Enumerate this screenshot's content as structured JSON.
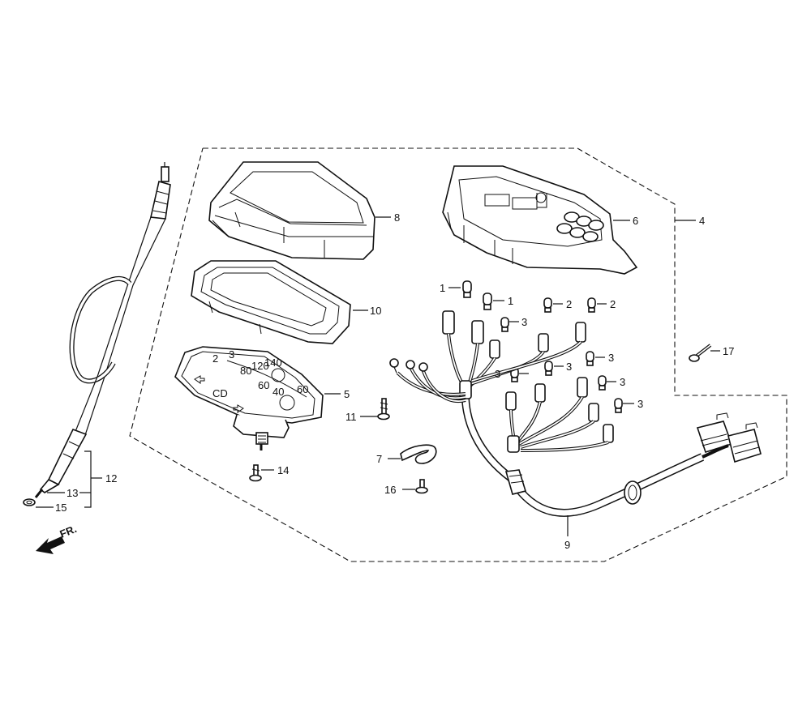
{
  "callouts": {
    "c1a": "1",
    "c1b": "1",
    "c2a": "2",
    "c2b": "2",
    "c3a": "3",
    "c3b": "3",
    "c3c": "3",
    "c3d": "3",
    "c3e": "3",
    "c3f": "3",
    "c4": "4",
    "c5": "5",
    "c6": "6",
    "c7": "7",
    "c8": "8",
    "c9": "9",
    "c10": "10",
    "c11": "11",
    "c12": "12",
    "c13": "13",
    "c14": "14",
    "c15": "15",
    "c16": "16",
    "c17": "17"
  },
  "direction": {
    "front_label": "FR."
  }
}
